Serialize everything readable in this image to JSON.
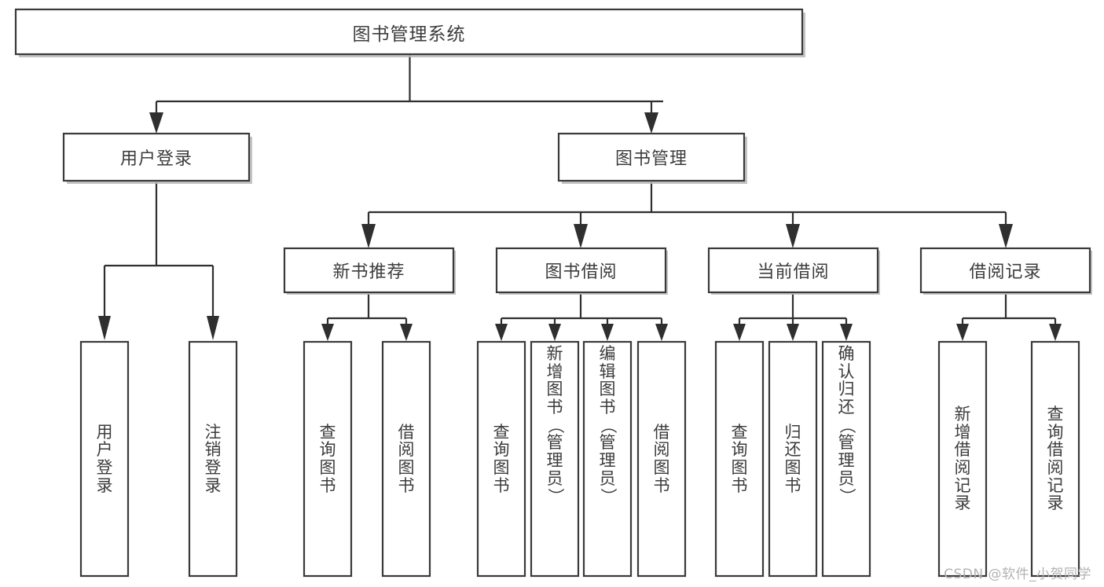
{
  "diagram": {
    "title": "图书管理系统",
    "type": "hierarchy-tree",
    "watermark": "CSDN @软件_小贺同学",
    "colors": {
      "box_stroke": "#3a3a3a",
      "box_fill": "#ffffff",
      "connector": "#2f2f2f",
      "text": "#3c3c3c",
      "watermark": "#b3b3b3",
      "background": "#ffffff"
    },
    "root": {
      "label": "图书管理系统"
    },
    "level2": [
      {
        "label": "用户登录"
      },
      {
        "label": "图书管理"
      }
    ],
    "level3": [
      {
        "label": "新书推荐"
      },
      {
        "label": "图书借阅"
      },
      {
        "label": "当前借阅"
      },
      {
        "label": "借阅记录"
      }
    ],
    "leaves": {
      "user_login": [
        {
          "label": "用户登录"
        },
        {
          "label": "注销登录"
        }
      ],
      "new_book_recommend": [
        {
          "label": "查询图书"
        },
        {
          "label": "借阅图书"
        }
      ],
      "book_borrow": [
        {
          "label": "查询图书"
        },
        {
          "label": "新增图书（管理员）"
        },
        {
          "label": "编辑图书（管理员）"
        },
        {
          "label": "借阅图书"
        }
      ],
      "current_borrow": [
        {
          "label": "查询图书"
        },
        {
          "label": "归还图书"
        },
        {
          "label": "确认归还（管理员）"
        }
      ],
      "borrow_record": [
        {
          "label": "新增借阅记录"
        },
        {
          "label": "查询借阅记录"
        }
      ]
    }
  }
}
